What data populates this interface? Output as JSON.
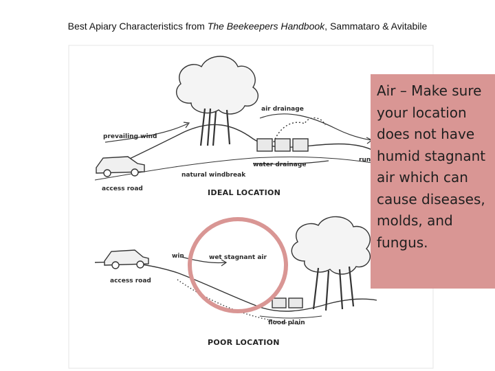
{
  "heading": {
    "prefix": "Best  Apiary Characteristics from ",
    "book_title": "The Beekeepers Handbook",
    "suffix": ", Sammataro & Avitabile"
  },
  "ideal_diagram": {
    "caption": "IDEAL LOCATION",
    "labels": {
      "prevailing_wind": "prevailing wind",
      "air_drainage": "air drainage",
      "water_drainage": "water drainage",
      "natural_windbreak": "natural windbreak",
      "access_road": "access road",
      "runoff": "run"
    }
  },
  "poor_diagram": {
    "caption": "POOR LOCATION",
    "labels": {
      "wind": "win",
      "wet_stagnant_air": "wet stagnant air",
      "access_road": "access road",
      "flood_plain": "flood plain"
    }
  },
  "callout": {
    "keyword": "Air",
    "text": " – Make sure your location does not have humid stagnant air which can cause diseases, molds, and fungus."
  },
  "colors": {
    "callout_bg": "#d99694",
    "highlight_ring": "#d99694"
  }
}
